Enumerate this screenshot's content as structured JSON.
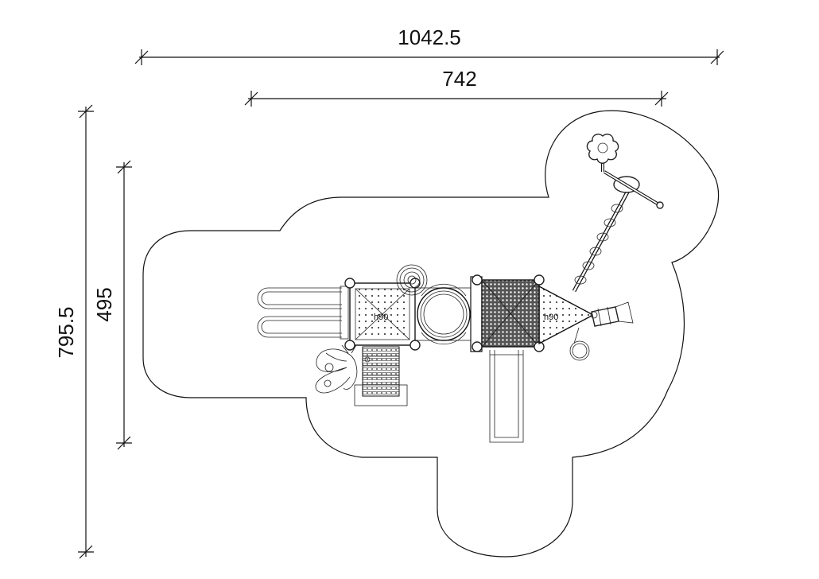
{
  "dimensions": {
    "overall_width": "1042.5",
    "equipment_width": "742",
    "overall_depth": "795.5",
    "equipment_depth": "495"
  },
  "platform_labels": {
    "left_height": "h90",
    "right_height": "h90"
  }
}
